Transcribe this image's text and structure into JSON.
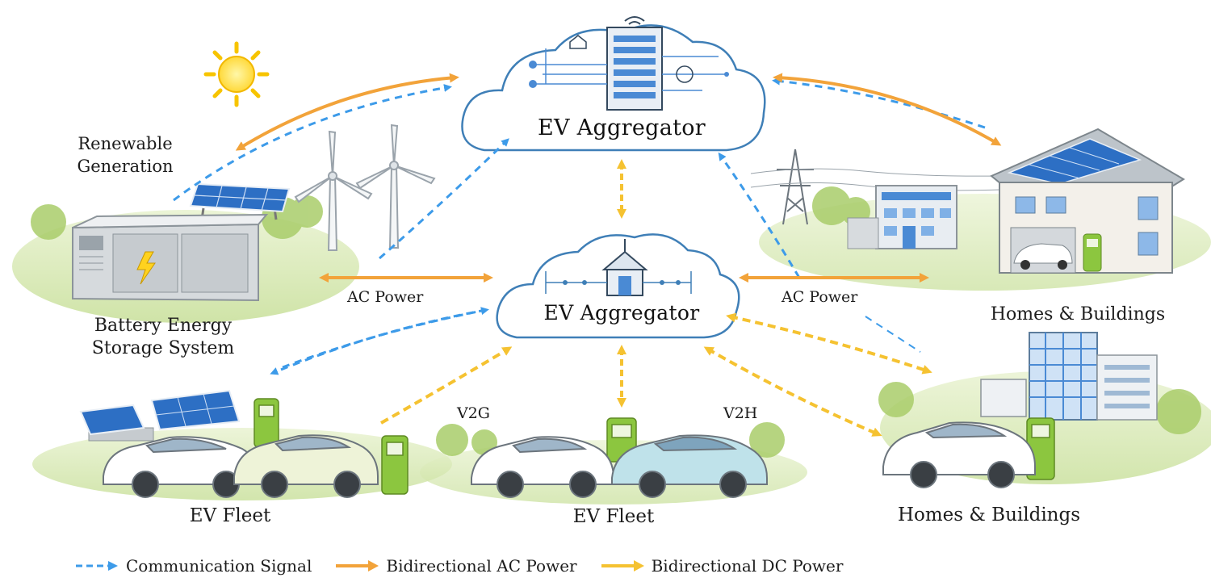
{
  "aggregator_top": {
    "title": "EV Aggregator"
  },
  "aggregator_mid": {
    "title": "EV Aggregator"
  },
  "nodes": {
    "renewable": "Renewable\nGeneration",
    "bess": "Battery Energy\nStorage System",
    "homes_top": "Homes & Buildings",
    "homes_bottom": "Homes & Buildings",
    "fleet_left": "EV Fleet",
    "fleet_mid": "EV Fleet"
  },
  "flow_labels": {
    "ac_left": "AC Power",
    "ac_right": "AC Power",
    "v2g": "V2G",
    "v2h": "V2H"
  },
  "legend": [
    {
      "label": "Communication Signal",
      "style": "dashed",
      "color": "#3d9be9"
    },
    {
      "label": "Bidirectional AC Power",
      "style": "solid",
      "color": "#f2a33a"
    },
    {
      "label": "Bidirectional DC Power",
      "style": "solid",
      "color": "#f5c231"
    }
  ],
  "colors": {
    "comm": "#3d9be9",
    "ac": "#f2a33a",
    "dc": "#f5c231",
    "cloud_stroke": "#3f7fb7",
    "grass": "#cfe3a6",
    "panel": "#2d6fc4",
    "charger": "#8cc63f"
  }
}
